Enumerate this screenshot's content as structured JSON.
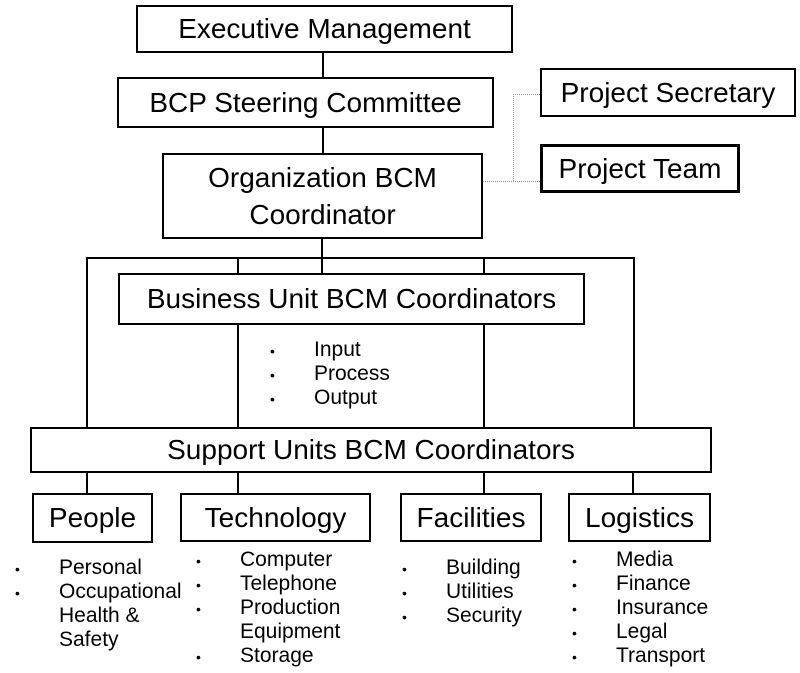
{
  "colors": {
    "background": "#ffffff",
    "line": "#000000",
    "dotted_link": "#8f8f8f"
  },
  "glyphs": {
    "bullet": "•"
  },
  "nodes": {
    "executive": "Executive Management",
    "steering": "BCP Steering Committee",
    "project_secretary": "Project Secretary",
    "project_team": "Project Team",
    "org_bcm": {
      "line1": "Organization BCM",
      "line2": "Coordinator"
    },
    "business_unit": "Business Unit BCM Coordinators",
    "support_units": "Support Units BCM Coordinators",
    "people": "People",
    "technology": "Technology",
    "facilities": "Facilities",
    "logistics": "Logistics"
  },
  "lists": {
    "business_unit": {
      "rows": [
        {
          "text": "Input"
        },
        {
          "text": "Process"
        },
        {
          "text": "Output"
        }
      ]
    },
    "people": {
      "rows": [
        {
          "text": "Personal"
        },
        {
          "text": "Occupational"
        },
        {
          "text": "Health &"
        },
        {
          "text": "Safety"
        }
      ]
    },
    "technology": {
      "rows": [
        {
          "text": "Computer"
        },
        {
          "text": "Telephone"
        },
        {
          "text": "Production"
        },
        {
          "text": "Equipment"
        },
        {
          "text": "Storage"
        }
      ]
    },
    "facilities": {
      "rows": [
        {
          "text": "Building"
        },
        {
          "text": "Utilities"
        },
        {
          "text": "Security"
        }
      ]
    },
    "logistics": {
      "rows": [
        {
          "text": "Media"
        },
        {
          "text": "Finance"
        },
        {
          "text": "Insurance"
        },
        {
          "text": "Legal"
        },
        {
          "text": "Transport"
        }
      ]
    }
  }
}
